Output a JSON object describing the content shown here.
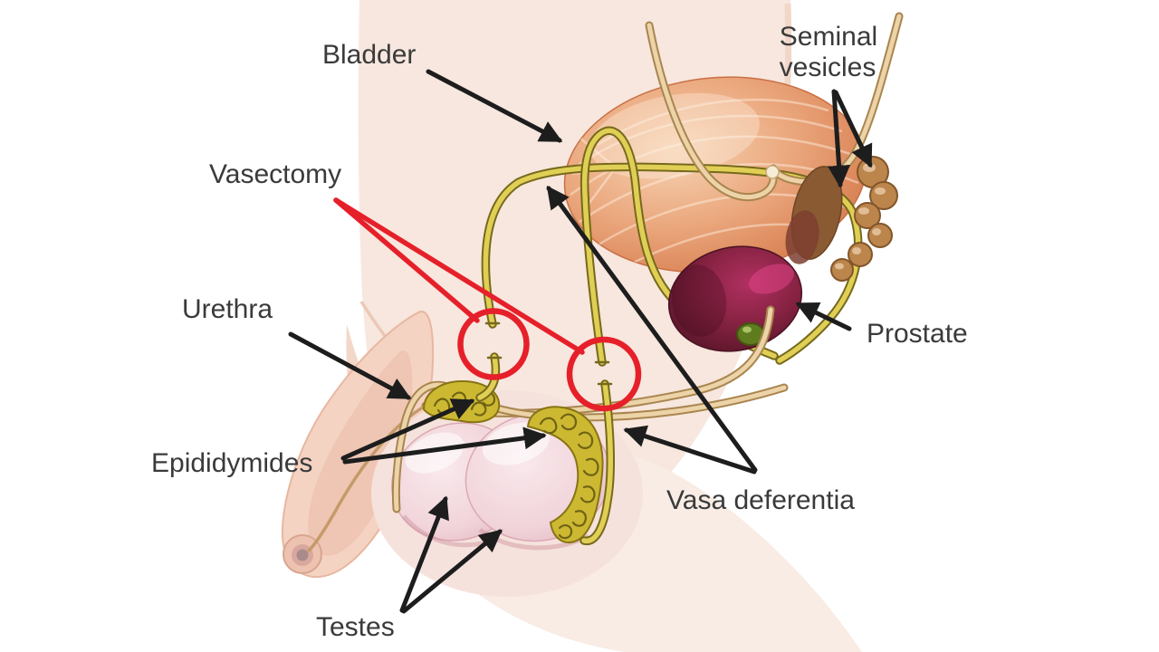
{
  "diagram": {
    "subject": "Male reproductive system vasectomy diagram",
    "labels": {
      "bladder": {
        "text": "Bladder"
      },
      "seminal_vesicles": {
        "line1": "Seminal",
        "line2": "vesicles"
      },
      "vasectomy": {
        "text": "Vasectomy"
      },
      "urethra": {
        "text": "Urethra"
      },
      "epididymides": {
        "text": "Epididymides"
      },
      "prostate": {
        "text": "Prostate"
      },
      "vasa_deferentia": {
        "text": "Vasa deferentia"
      },
      "testes": {
        "text": "Testes"
      }
    },
    "colors": {
      "background": "#ffffff",
      "label_text": "#3a3a3a",
      "pointer_arrow": "#1d1d1d",
      "vasectomy_red": "#e6202a",
      "bladder_orange": "#e08a64",
      "prostate_maroon": "#7e2440",
      "gland_green": "#5f7c1e",
      "vas_deferens_yellow": "#ddcd4e",
      "tube_beige": "#e6c79c",
      "seminal_vesicle_brown": "#bb854c",
      "testis_pink": "#f3d9de",
      "epididymis_olive": "#cdb832",
      "skin_pale": "#f7e7de"
    }
  }
}
